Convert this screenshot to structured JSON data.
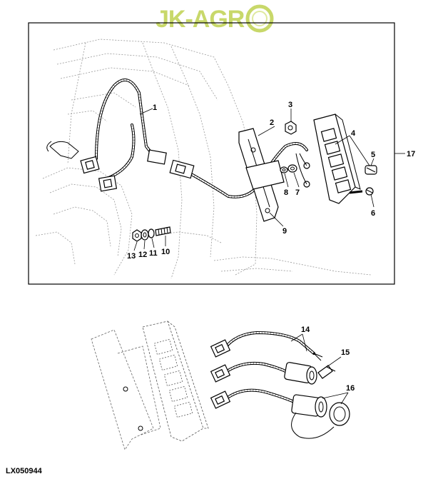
{
  "logo": {
    "text": "JK-AGR",
    "color": "#c8d86a",
    "ring_color": "#c8d86a"
  },
  "figure_code": "LX050944",
  "callouts": {
    "c1": "1",
    "c2": "2",
    "c3": "3",
    "c4": "4",
    "c5": "5",
    "c6": "6",
    "c7": "7",
    "c8": "8",
    "c9": "9",
    "c10": "10",
    "c11": "11",
    "c12": "12",
    "c13": "13",
    "c14": "14",
    "c15": "15",
    "c16": "16",
    "c17": "17"
  }
}
